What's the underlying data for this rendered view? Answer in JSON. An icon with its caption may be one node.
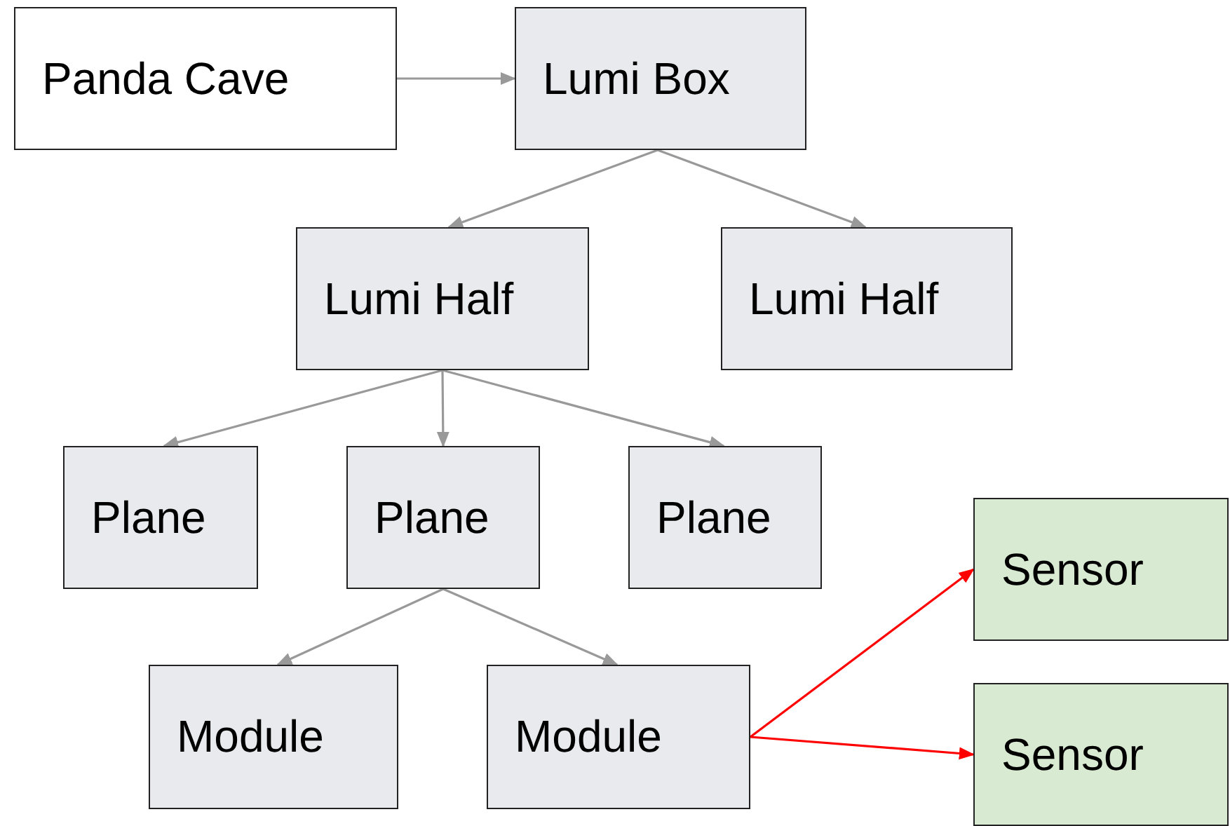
{
  "diagram": {
    "nodes": [
      {
        "text": [
          "Panda Cave"
        ]
      },
      {
        "text": [
          "Lumi Box"
        ]
      },
      {
        "text": [
          "Lumi Half"
        ]
      },
      {
        "text": [
          "Lumi Half"
        ]
      },
      {
        "text": [
          "Plane"
        ]
      },
      {
        "text": [
          "Plane"
        ]
      },
      {
        "text": [
          "Plane"
        ]
      },
      {
        "text": [
          "Module"
        ]
      },
      {
        "text": [
          "Module"
        ]
      },
      {
        "text": [
          "Sensor"
        ]
      },
      {
        "text": [
          "Sensor"
        ]
      }
    ],
    "edges": [
      {
        "from": 0,
        "to": 1,
        "arrow": "to"
      },
      {
        "from": 1,
        "to": 2,
        "arrow": "to"
      },
      {
        "from": 1,
        "to": 3,
        "arrow": "to"
      },
      {
        "from": 2,
        "to": 4,
        "arrow": "to"
      },
      {
        "from": 2,
        "to": 5,
        "arrow": "to"
      },
      {
        "from": 2,
        "to": 6,
        "arrow": "to"
      },
      {
        "from": 5,
        "to": 7,
        "arrow": "to"
      },
      {
        "from": 5,
        "to": 8,
        "arrow": "to"
      },
      {
        "from": 8,
        "to": 9,
        "arrow": "to",
        "color": "#ff0000"
      },
      {
        "from": 8,
        "to": 10,
        "arrow": "to",
        "color": "#ff0000"
      }
    ]
  }
}
